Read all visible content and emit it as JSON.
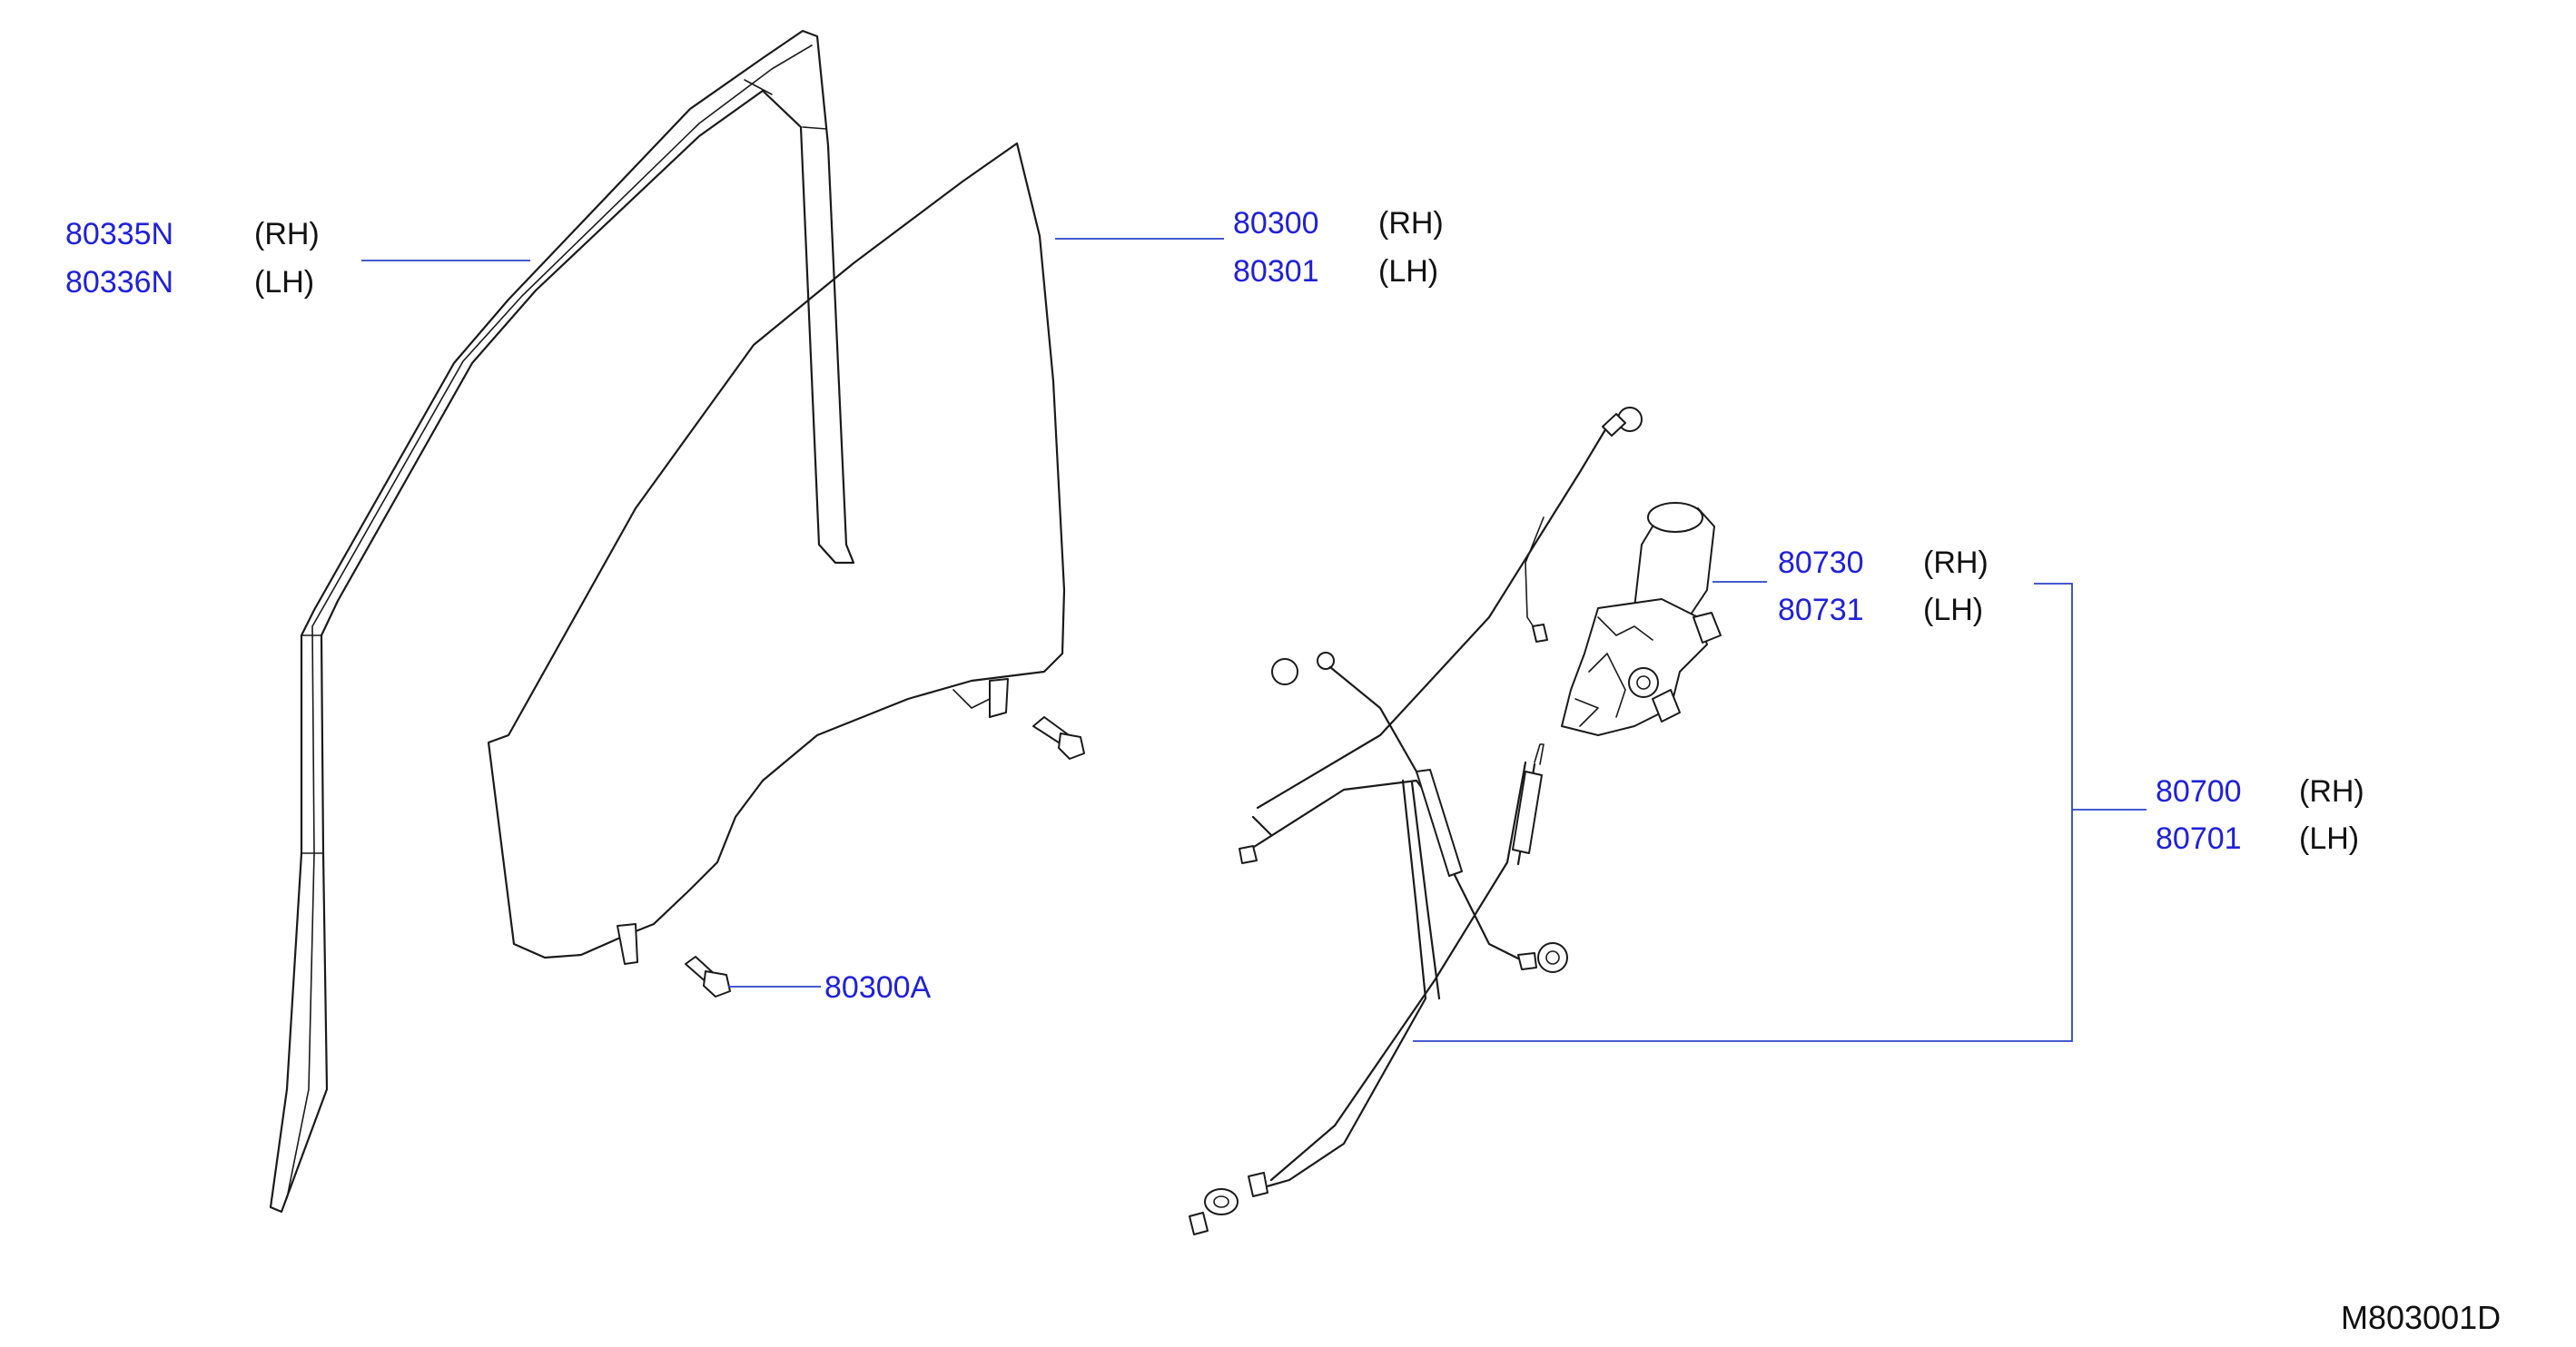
{
  "callouts": {
    "sash_rh": {
      "part": "80335N",
      "side": "(RH)"
    },
    "sash_lh": {
      "part": "80336N",
      "side": "(LH)"
    },
    "glass_rh": {
      "part": "80300",
      "side": "(RH)"
    },
    "glass_lh": {
      "part": "80301",
      "side": "(LH)"
    },
    "motor_rh": {
      "part": "80730",
      "side": "(RH)"
    },
    "motor_lh": {
      "part": "80731",
      "side": "(LH)"
    },
    "regulator_rh": {
      "part": "80700",
      "side": "(RH)"
    },
    "regulator_lh": {
      "part": "80701",
      "side": "(LH)"
    },
    "bolt": {
      "part": "80300A"
    }
  },
  "diagram_code": "M803001D",
  "colors": {
    "part_number": "#2020d8",
    "leader": "#2a43c8",
    "line_art": "#1a1a1a"
  }
}
